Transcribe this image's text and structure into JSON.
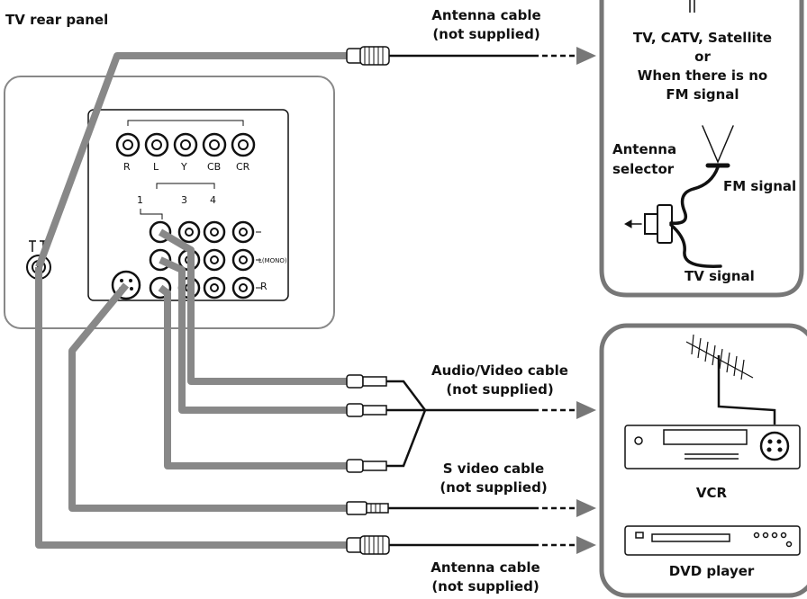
{
  "title": "TV rear panel",
  "cables": {
    "antenna_top": [
      "Antenna cable",
      "(not supplied)"
    ],
    "audio_video": [
      "Audio/Video cable",
      "(not supplied)"
    ],
    "s_video": [
      "S video cable",
      "(not supplied)"
    ],
    "antenna_bottom": [
      "Antenna cable",
      "(not supplied)"
    ]
  },
  "antenna_box": {
    "lines": [
      "TV, CATV, Satellite",
      "or",
      "When there is no",
      "FM signal"
    ],
    "selector": [
      "Antenna",
      "selector"
    ],
    "fm_signal": "FM signal",
    "tv_signal": "TV signal"
  },
  "devices": {
    "vcr": "VCR",
    "dvd": "DVD player"
  },
  "panel": {
    "component_labels": [
      "R",
      "L",
      "Y",
      "CB",
      "CR"
    ],
    "input_numbers": [
      "1",
      "3",
      "4"
    ],
    "side_labels": [
      "L(MONO)",
      "R"
    ]
  }
}
